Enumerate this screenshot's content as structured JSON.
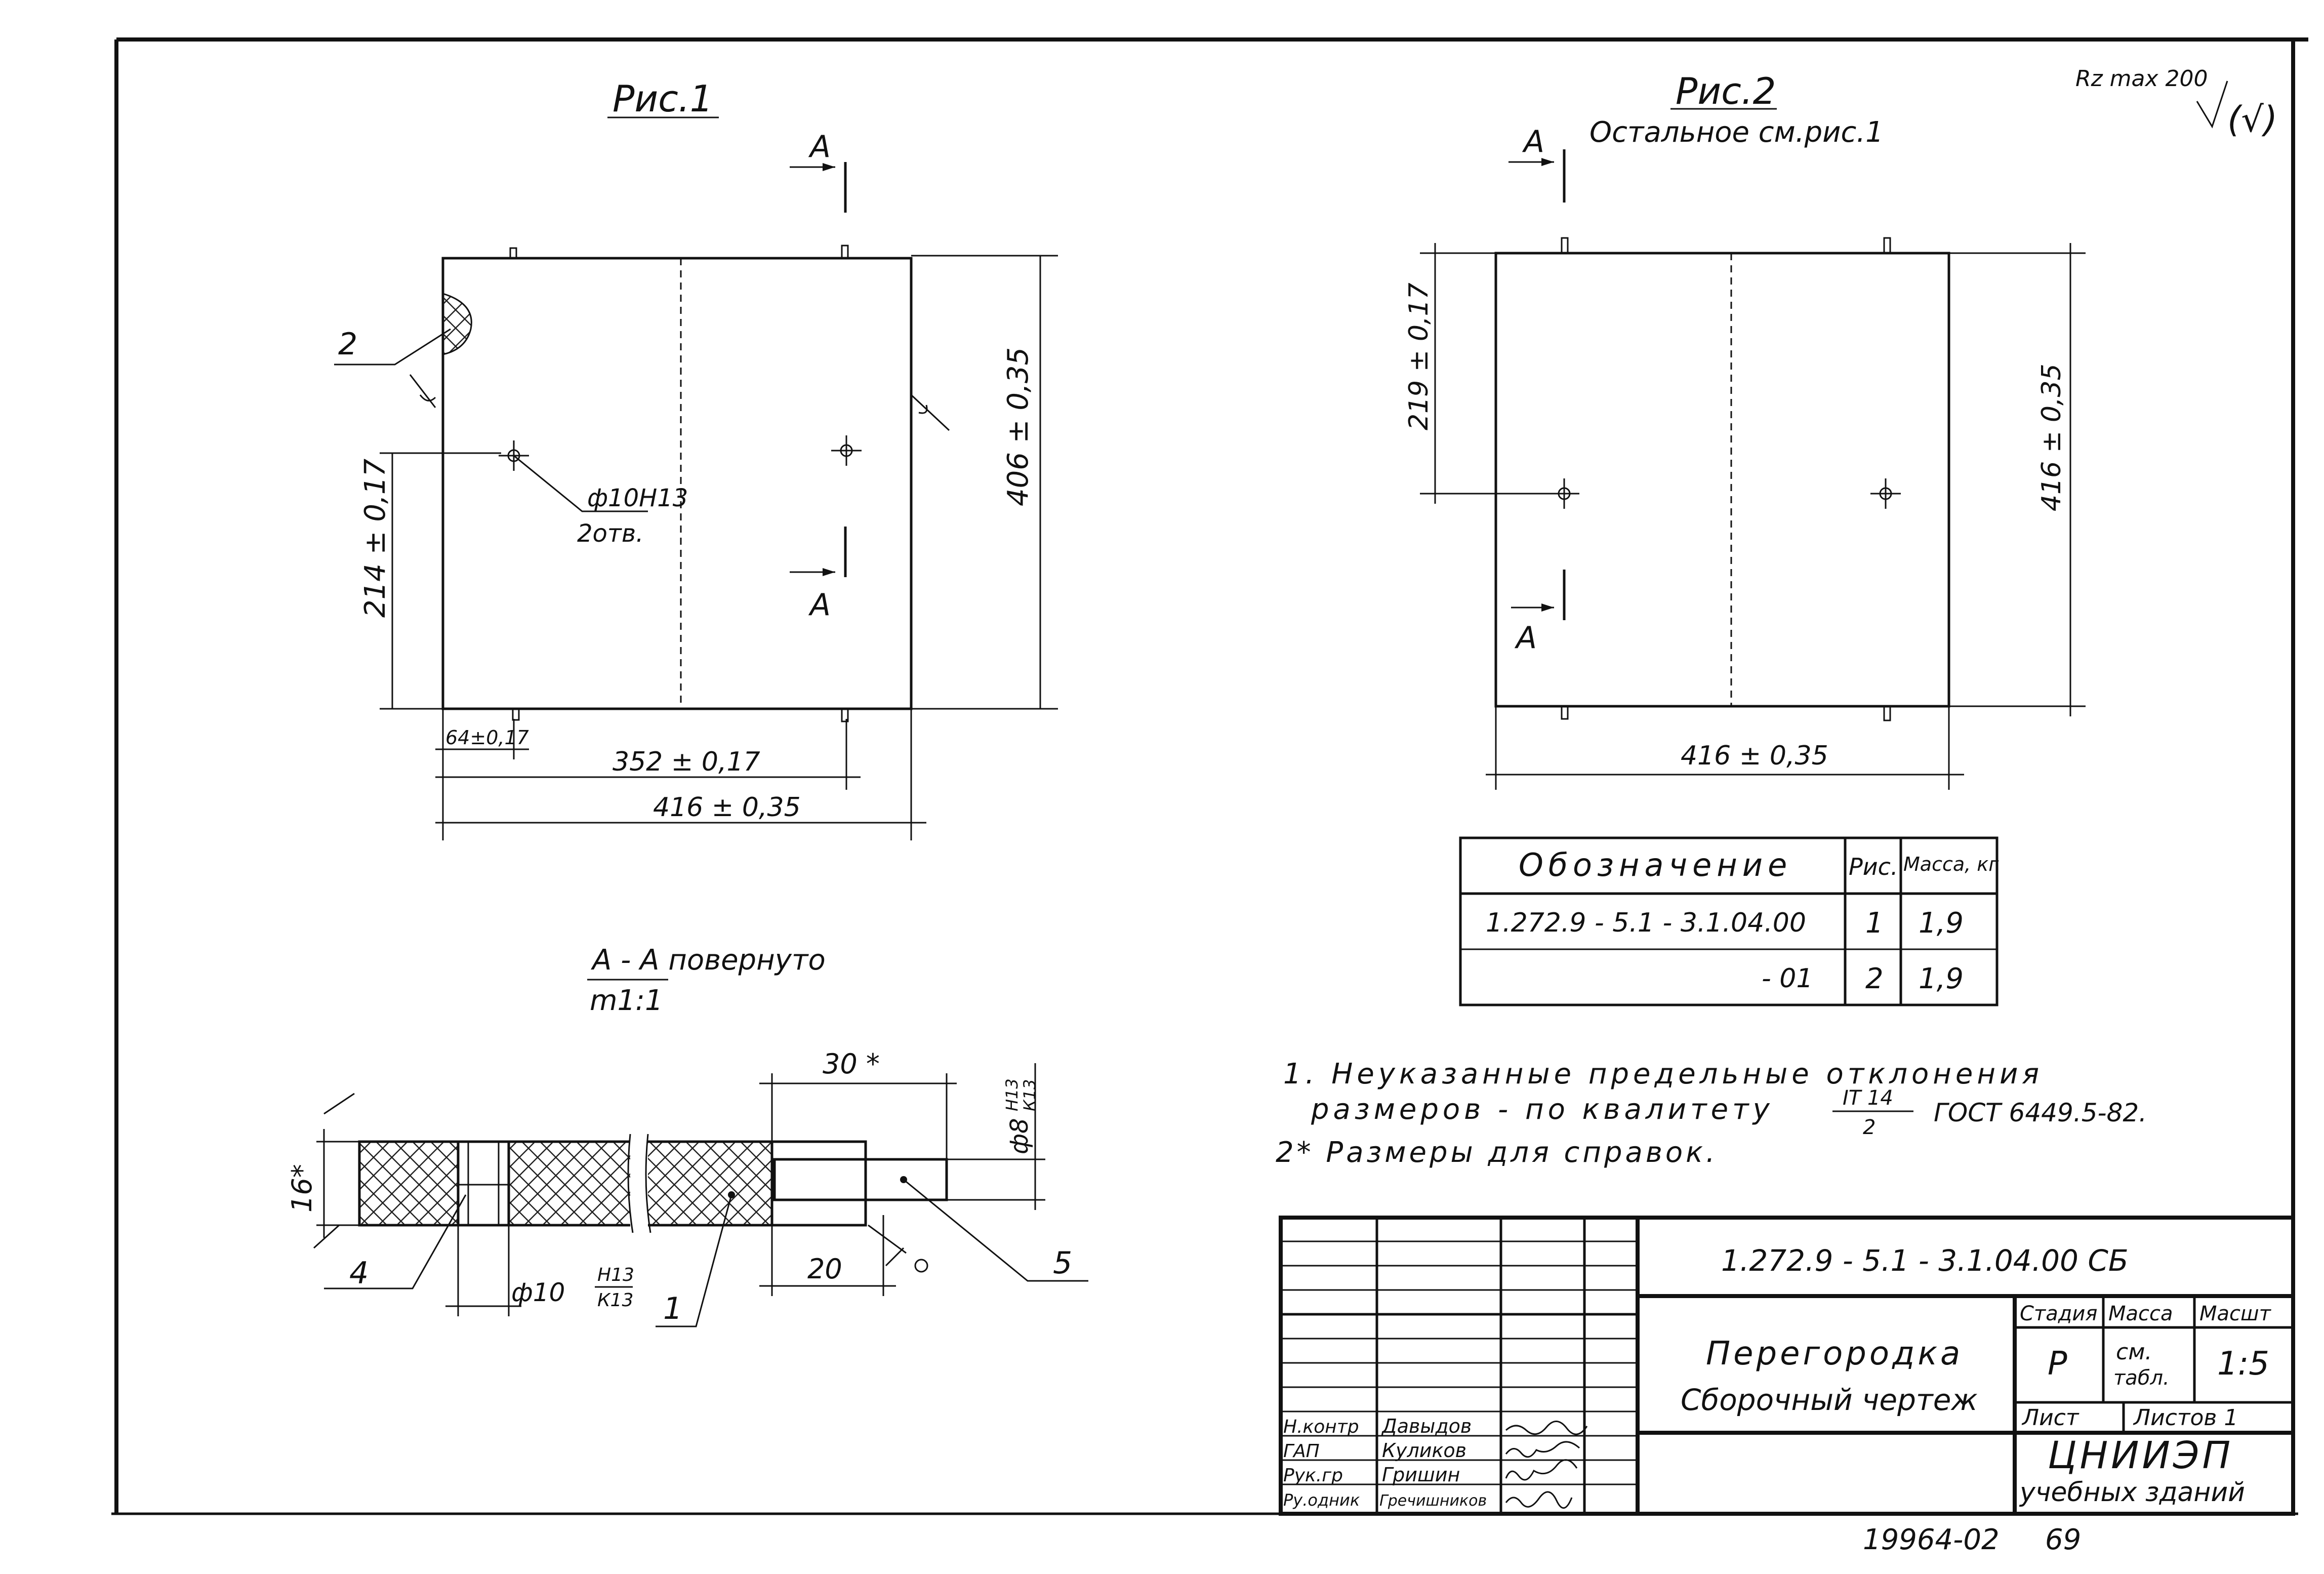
{
  "roughness": {
    "label": "Rz max 200",
    "mark": "(√)"
  },
  "fig1": {
    "title": "Рис.1",
    "section_mark": "А",
    "callout_2": "2",
    "hole_label": "ф10Н13",
    "hole_qty": "2отв.",
    "dim_height": "406 ± 0,35",
    "dim_hole_y": "214 ± 0,17",
    "dim_64": "64±0,17",
    "dim_352": "352 ± 0,17",
    "dim_416": "416 ± 0,35"
  },
  "fig2": {
    "title": "Рис.2",
    "subtitle": "Остальное см.рис.1",
    "section_mark": "А",
    "dim_219": "219 ± 0,17",
    "dim_height": "416 ± 0,35",
    "dim_width": "416 ± 0,35"
  },
  "section": {
    "title": "А - А повернуто",
    "scale": "m1:1",
    "dim_30": "30 *",
    "dim_16": "16*",
    "dim_20": "20",
    "dim_d8": "ф8",
    "dim_d8_tol_top": "Н13",
    "dim_d8_tol_bottom": "К13",
    "dim_d10": "ф10",
    "dim_d10_tol_top": "Н13",
    "dim_d10_tol_bottom": "К13",
    "callout_4": "4",
    "callout_1": "1",
    "callout_5": "5"
  },
  "variants_table": {
    "headers": [
      "Обозначение",
      "Рис.",
      "Масса, кг"
    ],
    "rows": [
      [
        "1.272.9 - 5.1 - 3.1.04.00",
        "1",
        "1,9"
      ],
      [
        "- 01",
        "2",
        "1,9"
      ]
    ]
  },
  "notes": {
    "n1_line1": "1. Неуказанные предельные отклонения",
    "n1_line2": "размеров - по квалитету",
    "n1_fraction_top": "IT 14",
    "n1_fraction_bottom": "2",
    "n1_gost": "ГОСТ 6449.5-82.",
    "n2": "2* Размеры для справок."
  },
  "title_block": {
    "doc_code": "1.272.9 - 5.1 - 3.1.04.00 СБ",
    "name_line1": "Перегородка",
    "name_line2": "Сборочный чертеж",
    "stage_header": "Стадия",
    "mass_header": "Масса",
    "scale_header": "Масшт",
    "stage": "Р",
    "mass_line1": "см.",
    "mass_line2": "табл.",
    "scale": "1:5",
    "sheet_label": "Лист",
    "sheets_label": "Листов 1",
    "org_line1": "ЦНИИЭП",
    "org_line2": "учебных зданий",
    "roles": [
      "Н.контр",
      "ГАП",
      "Рук.гр",
      "Ру.одник"
    ],
    "names": [
      "Давыдов",
      "Куликов",
      "Гришин",
      "Гречишников"
    ]
  },
  "footer": {
    "archive_no": "19964-02",
    "page_no": "69"
  }
}
